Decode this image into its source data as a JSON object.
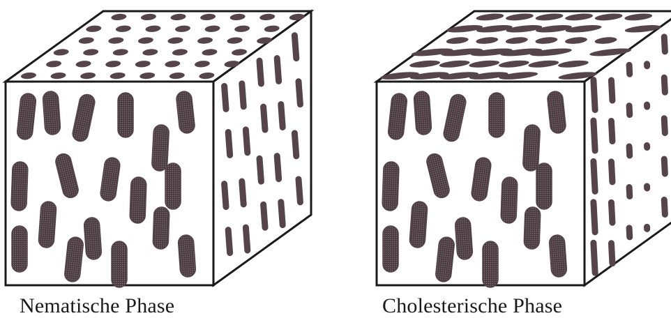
{
  "diagram": {
    "panels": [
      {
        "id": "nematic",
        "caption": "Nematische Phase",
        "top_face": "aligned"
      },
      {
        "id": "cholesteric",
        "caption": "Cholesterische Phase",
        "top_face": "twisted"
      }
    ],
    "colors": {
      "outline": "#1a1a1a",
      "molecule": "#55444a",
      "face": "#ffffff"
    }
  }
}
